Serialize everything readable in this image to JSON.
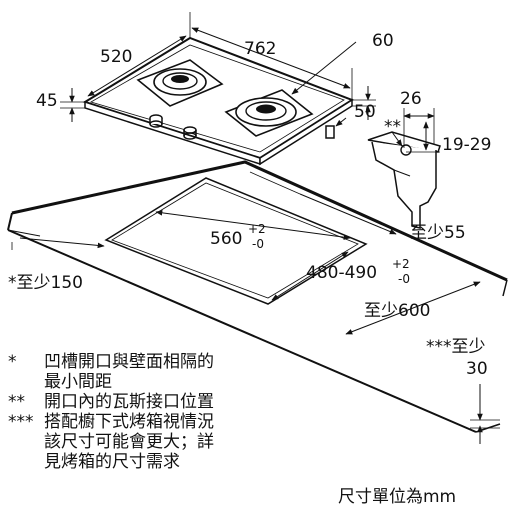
{
  "dimensions": {
    "hob_depth": "520",
    "hob_width": "762",
    "hob_height": "45",
    "right_offset_60": "60",
    "right_offset_50": "50",
    "detail_width": "26",
    "detail_marker": "**",
    "detail_range": "19-29",
    "min_55": "至少55",
    "cutout_width": "560",
    "cutout_width_tol_plus": "+2",
    "cutout_width_tol_minus": "-0",
    "cutout_depth": "480-490",
    "cutout_depth_tol_plus": "+2",
    "cutout_depth_tol_minus": "-0",
    "min_150": "*至少150",
    "min_600": "至少600",
    "min_30_label": "***至少",
    "min_30_value": "30"
  },
  "notes": [
    {
      "mark": "*",
      "lines": [
        "凹槽開口與壁面相隔的",
        "最小間距"
      ]
    },
    {
      "mark": "**",
      "lines": [
        "開口內的瓦斯接口位置"
      ]
    },
    {
      "mark": "***",
      "lines": [
        "搭配櫥下式烤箱視情況",
        "該尺寸可能會更大；詳",
        "見烤箱的尺寸需求"
      ]
    }
  ],
  "unit_note": "尺寸單位為mm"
}
